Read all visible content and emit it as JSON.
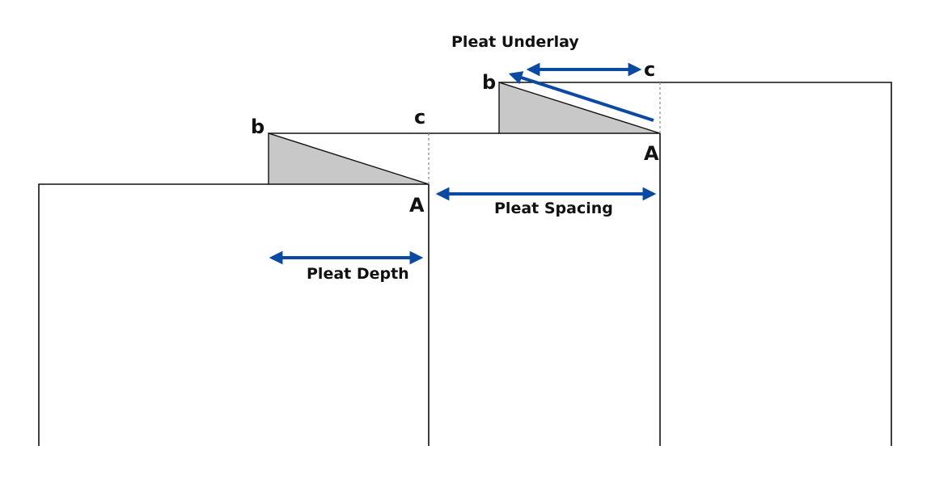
{
  "labels": {
    "pleat_underlay": "Pleat Underlay",
    "pleat_spacing": "Pleat Spacing",
    "pleat_depth": "Pleat Depth"
  },
  "points": {
    "b": "b",
    "c": "c",
    "A": "A"
  },
  "colors": {
    "arrow": "#0b4aa2",
    "fold_fill": "#c8c8c8",
    "line": "#111111"
  }
}
